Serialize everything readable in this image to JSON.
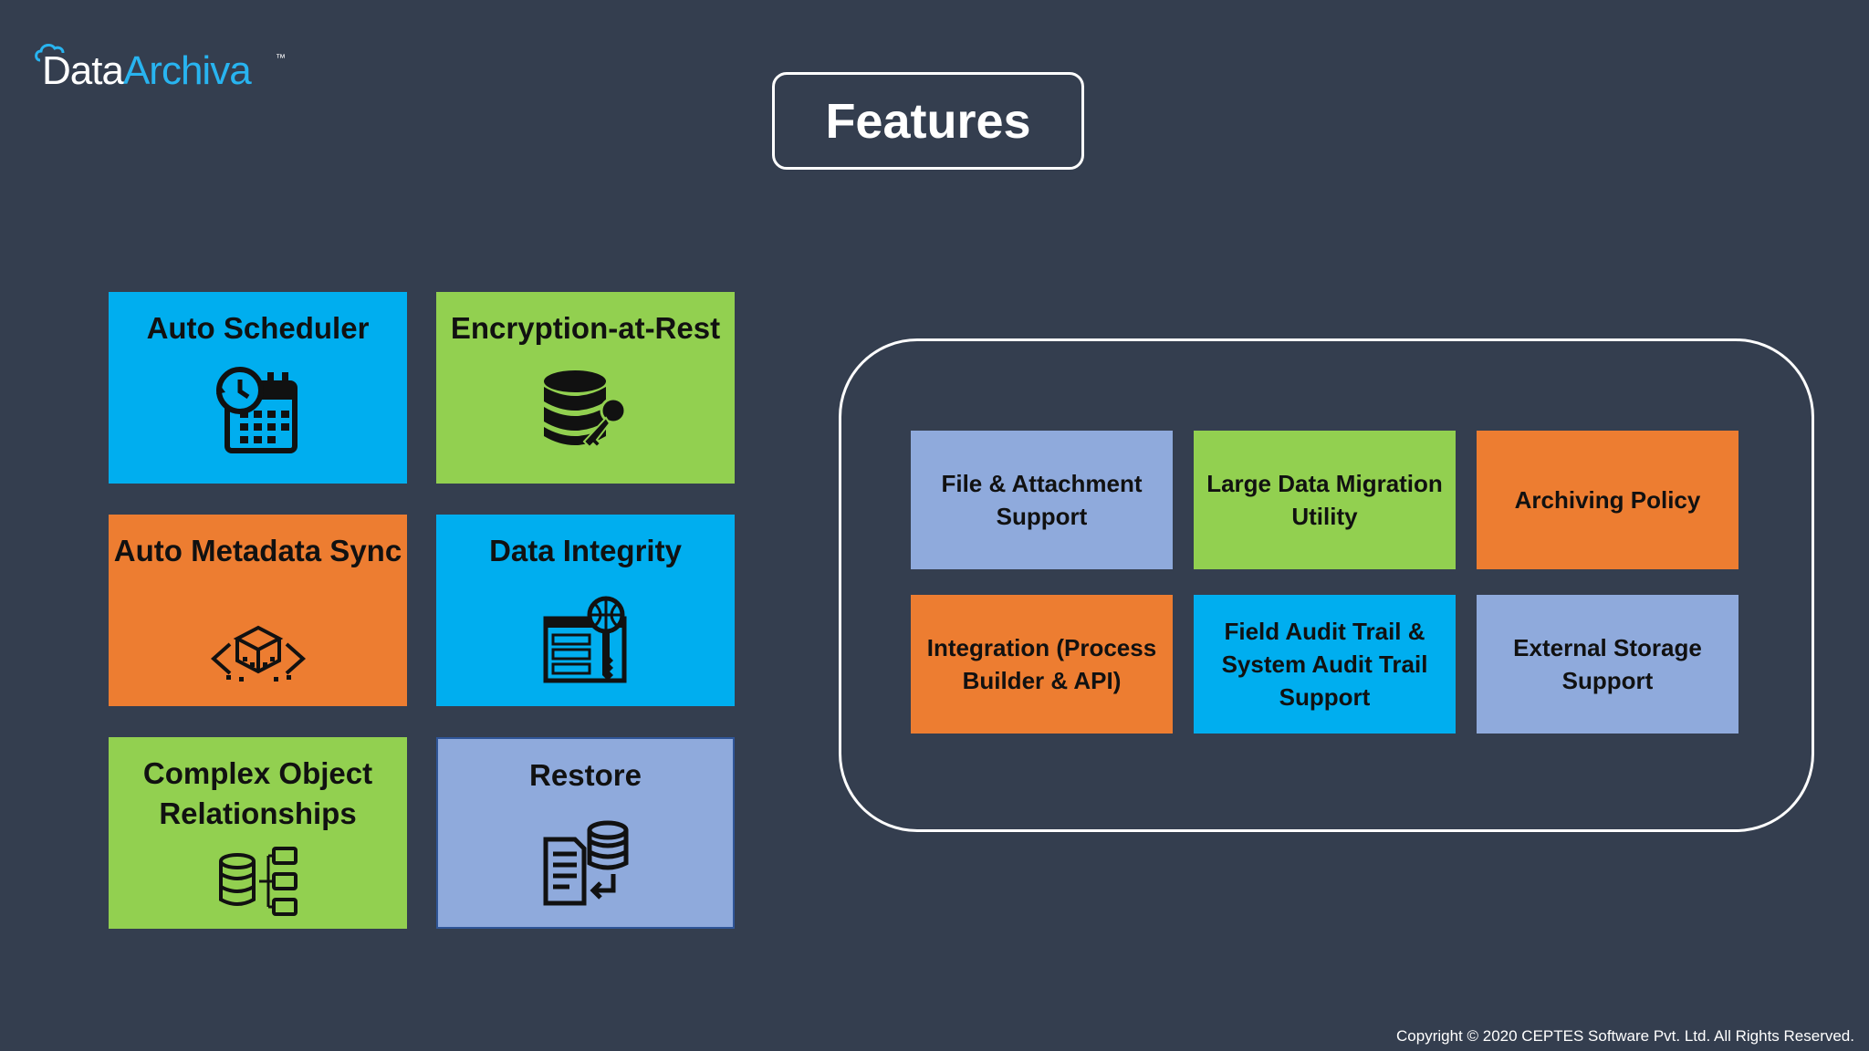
{
  "brand": {
    "name_part1": "Data",
    "name_part2": "Archiva",
    "trademark": "™"
  },
  "page": {
    "title": "Features"
  },
  "feature_tiles": [
    {
      "label": "Auto Scheduler",
      "icon": "calendar-clock-icon",
      "color": "#00aeef"
    },
    {
      "label": "Encryption-at-Rest",
      "icon": "database-key-icon",
      "color": "#92d050"
    },
    {
      "label": "Auto Metadata Sync",
      "icon": "sync-cube-icon",
      "color": "#ed7d31"
    },
    {
      "label": "Data Integrity",
      "icon": "browser-key-globe-icon",
      "color": "#00aeef"
    },
    {
      "label": "Complex Object Relationships",
      "icon": "database-hierarchy-icon",
      "color": "#92d050"
    },
    {
      "label": "Restore",
      "icon": "document-database-restore-icon",
      "color": "#8faadc"
    }
  ],
  "panel_cards": [
    {
      "label": "File & Attachment Support",
      "color": "#8faadc"
    },
    {
      "label": "Large Data Migration Utility",
      "color": "#92d050"
    },
    {
      "label": "Archiving Policy",
      "color": "#ed7d31"
    },
    {
      "label": "Integration (Process Builder & API)",
      "color": "#ed7d31"
    },
    {
      "label": "Field Audit Trail & System Audit Trail Support",
      "color": "#00aeef"
    },
    {
      "label": "External Storage Support",
      "color": "#8faadc"
    }
  ],
  "footer": {
    "copyright": "Copyright © 2020 CEPTES Software Pvt. Ltd. All Rights Reserved."
  }
}
